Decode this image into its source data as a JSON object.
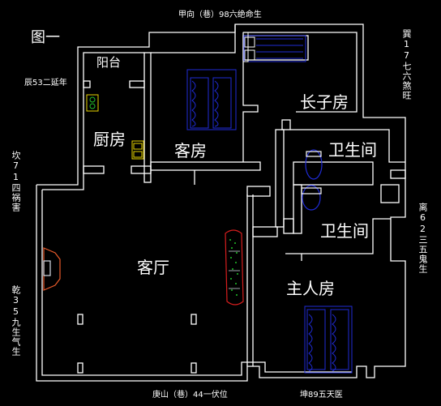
{
  "title": "图一",
  "header_top": "甲向（巷）98六绝命生",
  "footer_left": "庚山（巷）44一伏位",
  "footer_right": "坤89五天医",
  "left_note": "辰53二延年",
  "right_vertical_top": "巽17七六煞旺",
  "left_vertical_upper": "坎71四祸害",
  "left_vertical_lower": "乾35九生气生",
  "right_vertical_lower": "离62三五鬼生",
  "rooms": {
    "balcony": "阳台",
    "kitchen": "厨房",
    "guest_room": "客房",
    "eldest_son_room": "长子房",
    "bathroom_1": "卫生间",
    "bathroom_2": "卫生间",
    "living_room": "客厅",
    "master_room": "主人房"
  },
  "colors": {
    "walls": "#ffffff",
    "bed": "#1f2bd6",
    "furniture_outline": "#d6dde6",
    "fixture": "#e6d200",
    "sofa": "#d81e1e",
    "plant": "#22c22a",
    "tv": "#e85a2a"
  }
}
